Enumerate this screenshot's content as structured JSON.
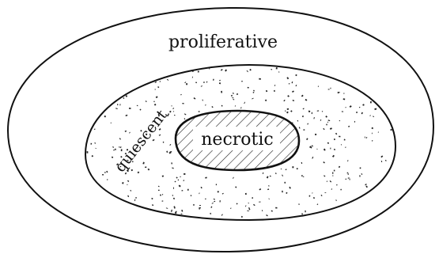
{
  "diagram": {
    "regions": [
      {
        "id": "proliferative",
        "label": "proliferative"
      },
      {
        "id": "quiescent",
        "label": "quiescent"
      },
      {
        "id": "necrotic",
        "label": "necrotic"
      }
    ]
  }
}
